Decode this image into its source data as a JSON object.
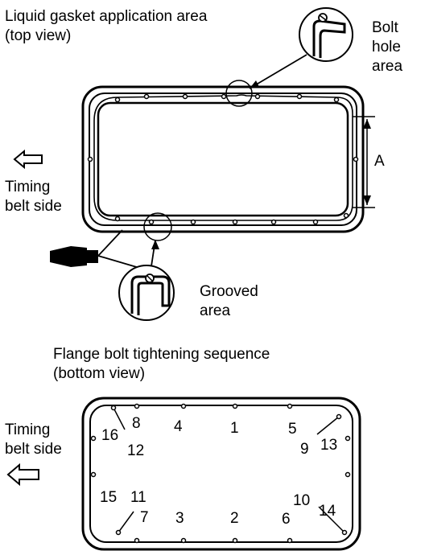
{
  "top_view": {
    "title_line1": "Liquid gasket application area",
    "title_line2": "(top view)",
    "bolt_hole_line1": "Bolt",
    "bolt_hole_line2": "hole",
    "bolt_hole_line3": "area",
    "dimension_label": "A",
    "timing_line1": "Timing",
    "timing_line2": "belt side",
    "grooved_line1": "Grooved",
    "grooved_line2": "area"
  },
  "bottom_view": {
    "title_line1": "Flange bolt tightening sequence",
    "title_line2": "(bottom view)",
    "timing_line1": "Timing",
    "timing_line2": "belt side",
    "sequence": [
      "1",
      "2",
      "3",
      "4",
      "5",
      "6",
      "7",
      "8",
      "9",
      "10",
      "11",
      "12",
      "13",
      "14",
      "15",
      "16"
    ]
  },
  "colors": {
    "ink": "#000000",
    "paper": "#ffffff"
  }
}
